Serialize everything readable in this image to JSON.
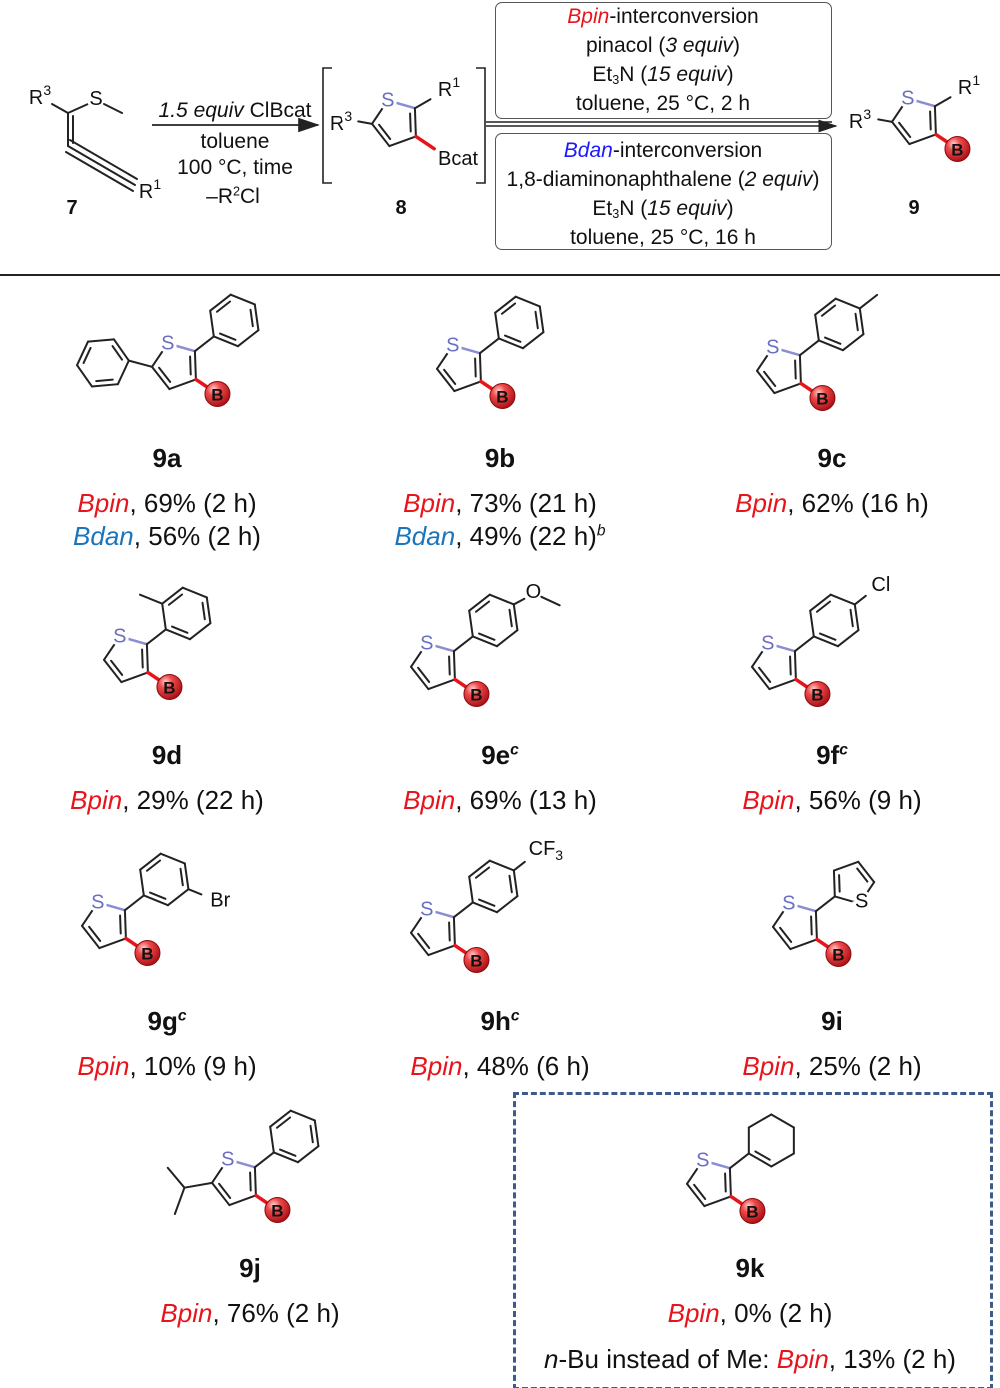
{
  "scheme": {
    "labels": {
      "start": "7",
      "intermediate": "8",
      "product": "9"
    },
    "step1": {
      "equiv": "1.5 equiv",
      "reagent": " ClBcat",
      "solvent": "toluene",
      "conditions": "100 °C, time",
      "byproduct_prefix": "–R",
      "byproduct_sup": "2",
      "byproduct_suffix": "Cl"
    },
    "bpin_box": {
      "title_colored": "Bpin",
      "title_rest": "-interconversion",
      "line2_pre": "pinacol (",
      "line2_it": "3 equiv",
      "line2_post": ")",
      "base_pre": "Et",
      "base_sub": "3",
      "base_mid": "N (",
      "base_it": "15 equiv",
      "base_post": ")",
      "line4": "toluene, 25 °C, 2 h"
    },
    "bdan_box": {
      "title_colored": "Bdan",
      "title_rest": "-interconversion",
      "line2_pre": "1,8-diaminonaphthalene (",
      "line2_it": "2 equiv",
      "line2_post": ")",
      "base_pre": "Et",
      "base_sub": "3",
      "base_mid": "N (",
      "base_it": "15 equiv",
      "base_post": ")",
      "line4": "toluene, 25 °C, 16 h"
    }
  },
  "atoms": {
    "R": "R",
    "sup1": "1",
    "sup3": "3",
    "S": "S",
    "Bcat": "Bcat",
    "B": "B",
    "Cl": "Cl",
    "Br": "Br",
    "O": "O",
    "CF": "CF",
    "CF_sub": "3"
  },
  "colors": {
    "bpin": "#e8141c",
    "bdan_scheme": "#1a1aff",
    "bdan": "#1b75bc",
    "sulfur": "#6a6fc0",
    "boron_sphere": "#d9181f",
    "dashed_box": "#3c5a8c"
  },
  "compounds": [
    {
      "id": "9a",
      "sup": "",
      "c2": "phenyl",
      "c5": "phenyl",
      "yields": [
        {
          "reagent": "Bpin",
          "text": ", 69% (2 h)",
          "sup": ""
        },
        {
          "reagent": "Bdan",
          "text": ", 56% (2 h)",
          "sup": ""
        }
      ]
    },
    {
      "id": "9b",
      "sup": "",
      "c2": "phenyl",
      "c5": "",
      "yields": [
        {
          "reagent": "Bpin",
          "text": ", 73% (21 h)",
          "sup": ""
        },
        {
          "reagent": "Bdan",
          "text": ", 49% (22 h)",
          "sup": "b"
        }
      ]
    },
    {
      "id": "9c",
      "sup": "",
      "c2": "p-tolyl",
      "c5": "",
      "yields": [
        {
          "reagent": "Bpin",
          "text": ", 62% (16 h)",
          "sup": ""
        }
      ]
    },
    {
      "id": "9d",
      "sup": "",
      "c2": "o-tolyl",
      "c5": "",
      "yields": [
        {
          "reagent": "Bpin",
          "text": ", 29% (22 h)",
          "sup": ""
        }
      ]
    },
    {
      "id": "9e",
      "sup": "c",
      "c2": "p-anisyl",
      "c5": "",
      "yields": [
        {
          "reagent": "Bpin",
          "text": ", 69% (13 h)",
          "sup": ""
        }
      ]
    },
    {
      "id": "9f",
      "sup": "c",
      "c2": "p-chlorophenyl",
      "c5": "",
      "yields": [
        {
          "reagent": "Bpin",
          "text": ", 56% (9 h)",
          "sup": ""
        }
      ]
    },
    {
      "id": "9g",
      "sup": "c",
      "c2": "m-bromophenyl",
      "c5": "",
      "yields": [
        {
          "reagent": "Bpin",
          "text": ", 10% (9 h)",
          "sup": ""
        }
      ]
    },
    {
      "id": "9h",
      "sup": "c",
      "c2": "p-trifluoromethylphenyl",
      "c5": "",
      "yields": [
        {
          "reagent": "Bpin",
          "text": ", 48% (6 h)",
          "sup": ""
        }
      ]
    },
    {
      "id": "9i",
      "sup": "",
      "c2": "3-thienyl",
      "c5": "",
      "yields": [
        {
          "reagent": "Bpin",
          "text": ", 25% (2 h)",
          "sup": ""
        }
      ]
    },
    {
      "id": "9j",
      "sup": "",
      "c2": "phenyl",
      "c5": "isopropyl",
      "yields": [
        {
          "reagent": "Bpin",
          "text": ", 76% (2 h)",
          "sup": ""
        }
      ]
    },
    {
      "id": "9k",
      "sup": "",
      "c2": "cyclohexenyl",
      "c5": "",
      "yields": [
        {
          "reagent": "Bpin",
          "text": ", 0% (2 h)",
          "sup": ""
        }
      ]
    }
  ],
  "note_9k": {
    "prefix_italic": "n",
    "prefix": "-Bu instead of Me: ",
    "reagent": "Bpin",
    "text": ", 13% (2 h)"
  }
}
